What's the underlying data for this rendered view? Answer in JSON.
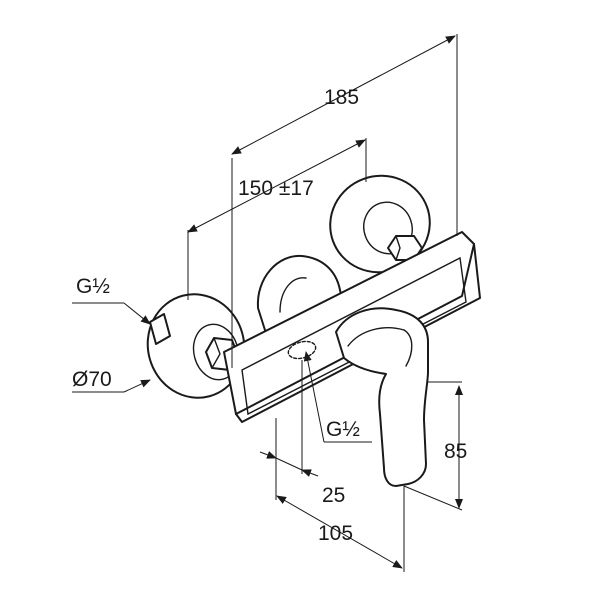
{
  "title": "Shower mixer dimension drawing",
  "dimensions": {
    "overall_length": "185",
    "centre_distance": "150 ±17",
    "inlet_thread": "G½",
    "outlet_thread": "G½",
    "rosette_diameter": "Ø70",
    "lever_height": "85",
    "outlet_offset": "25",
    "projection": "105"
  },
  "colors": {
    "line": "#1a1a1a",
    "background": "#ffffff"
  }
}
